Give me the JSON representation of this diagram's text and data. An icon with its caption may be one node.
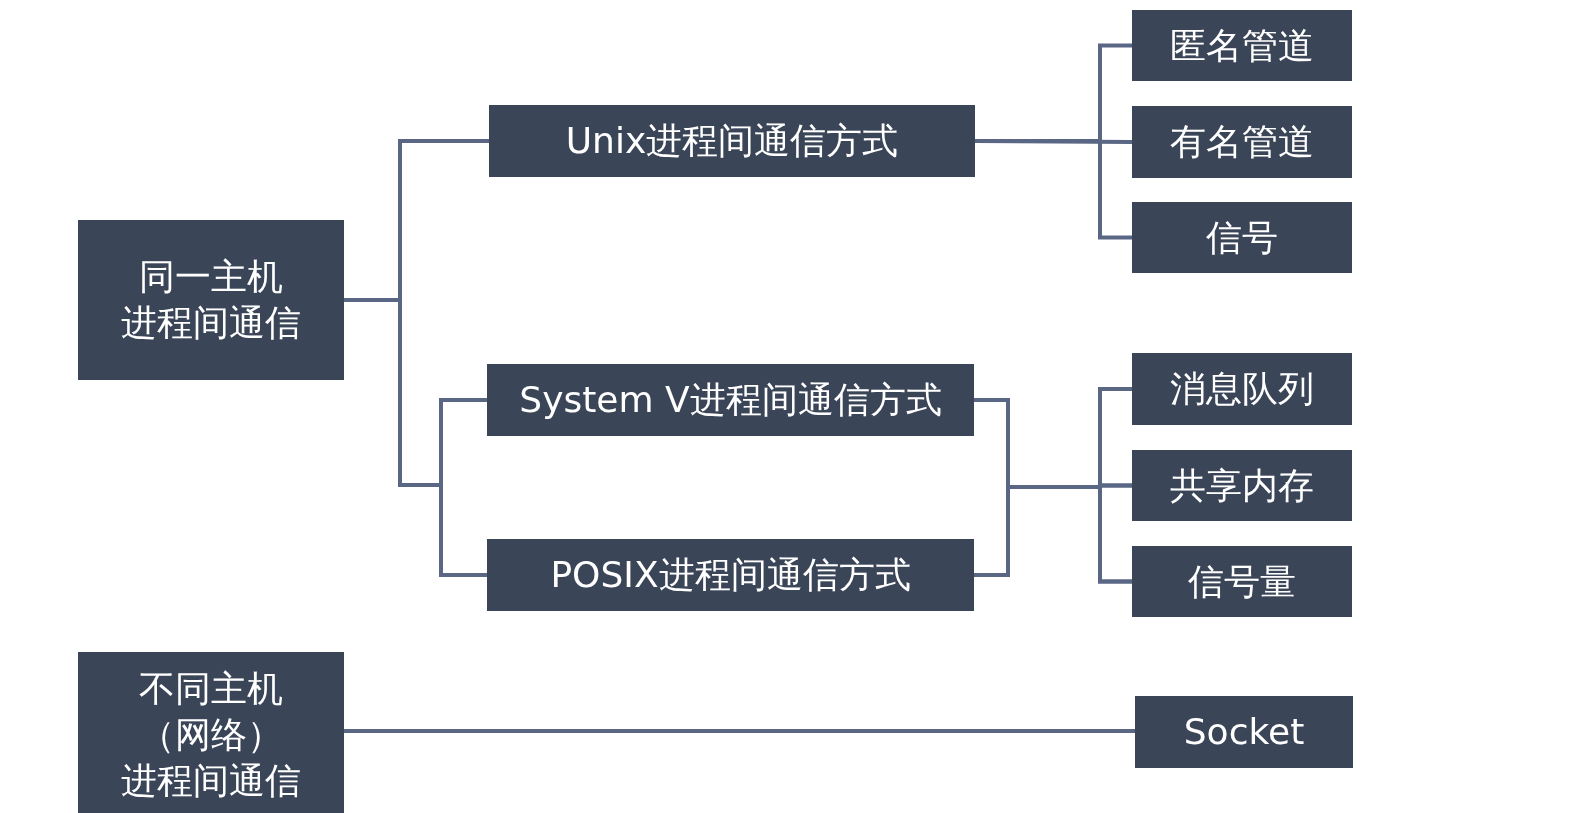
{
  "diagram": {
    "nodes": [
      {
        "text": [
          "同一主机进程间通信"
        ]
      },
      {
        "text": [
          "Unix进程间通信方式"
        ]
      },
      {
        "text": [
          "System V进程间通信方式"
        ]
      },
      {
        "text": [
          "POSIX进程间通信方式"
        ]
      },
      {
        "text": [
          "匿名管道"
        ]
      },
      {
        "text": [
          "有名管道"
        ]
      },
      {
        "text": [
          "信号"
        ]
      },
      {
        "text": [
          "消息队列"
        ]
      },
      {
        "text": [
          "共享内存"
        ]
      },
      {
        "text": [
          "信号量"
        ]
      },
      {
        "text": [
          "不同主机（网络）进程间通信"
        ]
      },
      {
        "text": [
          "Socket"
        ]
      }
    ],
    "edges": [
      {
        "from": 0,
        "to": 1,
        "arrow": "none"
      },
      {
        "from": 0,
        "to": 2,
        "arrow": "none"
      },
      {
        "from": 0,
        "to": 3,
        "arrow": "none"
      },
      {
        "from": 1,
        "to": 4,
        "arrow": "none"
      },
      {
        "from": 1,
        "to": 5,
        "arrow": "none"
      },
      {
        "from": 1,
        "to": 6,
        "arrow": "none"
      },
      {
        "from": 2,
        "to": 7,
        "arrow": "none"
      },
      {
        "from": 2,
        "to": 8,
        "arrow": "none"
      },
      {
        "from": 2,
        "to": 9,
        "arrow": "none"
      },
      {
        "from": 3,
        "to": 7,
        "arrow": "none"
      },
      {
        "from": 3,
        "to": 8,
        "arrow": "none"
      },
      {
        "from": 3,
        "to": 9,
        "arrow": "none"
      },
      {
        "from": 10,
        "to": 11,
        "arrow": "none"
      }
    ]
  }
}
